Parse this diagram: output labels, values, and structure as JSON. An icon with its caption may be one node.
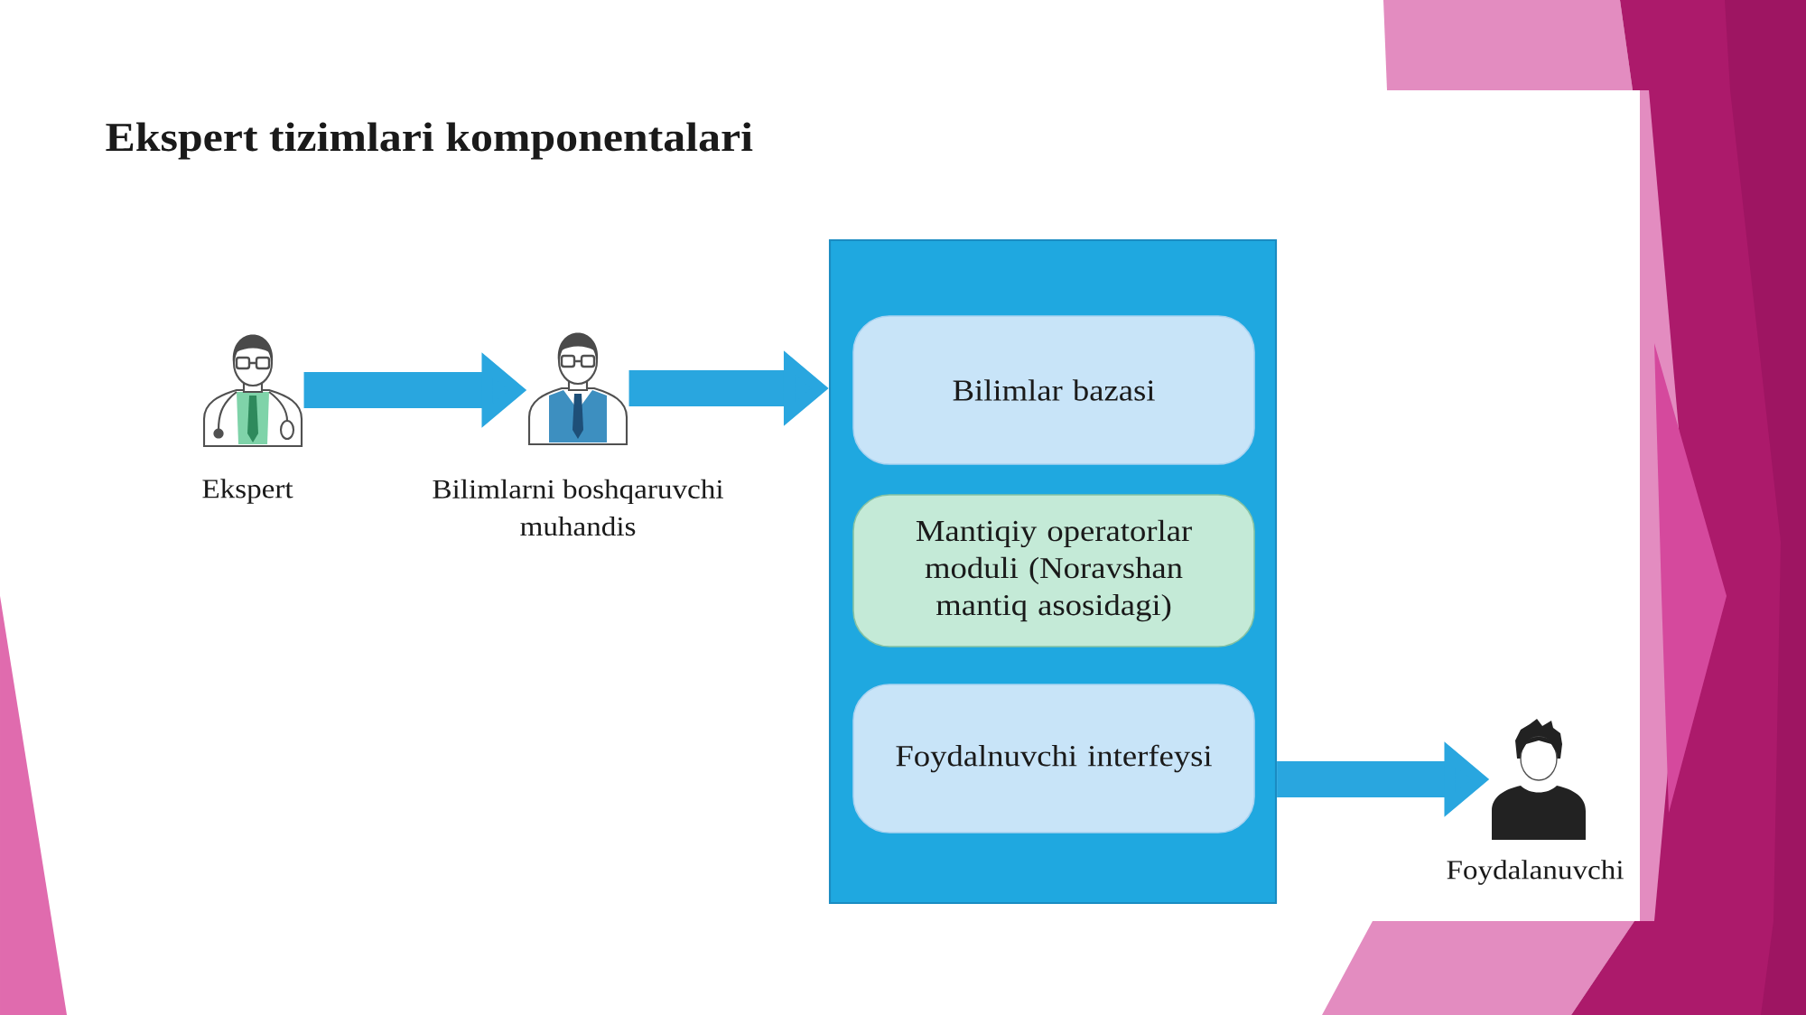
{
  "diagram": {
    "title": "Ekspert tizimlari komponentalari",
    "nodes": [
      {
        "text": [],
        "shape": "person",
        "beside": [
          "Ekspert"
        ]
      },
      {
        "text": [],
        "shape": "person",
        "beside": [
          "Bilimlarni boshqaruvchi muhandis"
        ]
      },
      {
        "text": [],
        "shape": "box"
      },
      {
        "text": [
          "Bilimlar bazasi"
        ],
        "in": 2
      },
      {
        "text": [
          "Mantiqiy operatorlar moduli (Noravshan mantiq asosidagi)"
        ],
        "in": 2
      },
      {
        "text": [
          "Foydalnuvchi interfeysi"
        ],
        "in": 2
      },
      {
        "text": [],
        "shape": "person",
        "beside": [
          "Foydalanuvchi"
        ]
      }
    ],
    "edges": [
      {
        "from": 0,
        "to": 1,
        "arrow": "to"
      },
      {
        "from": 1,
        "to": 2,
        "arrow": "to"
      },
      {
        "from": 2,
        "to": 6,
        "arrow": "to"
      }
    ]
  }
}
